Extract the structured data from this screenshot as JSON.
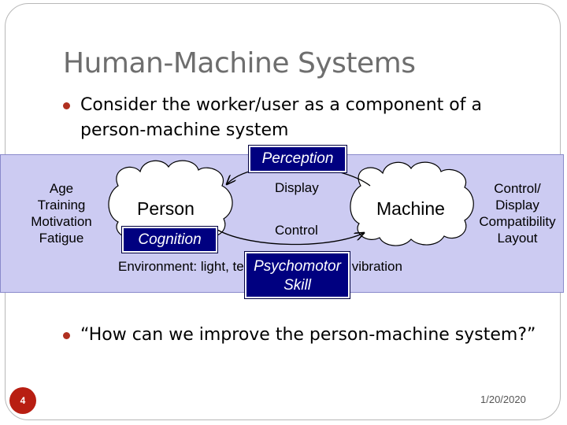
{
  "slide": {
    "title": "Human-Machine Systems",
    "bullets": [
      "Consider the worker/user as a component of a person-machine system",
      "“How can we improve the person-machine system?”"
    ],
    "page_number": "4",
    "date": "1/20/2020"
  },
  "diagram": {
    "left_factors": [
      "Age",
      "Training",
      "Motivation",
      "Fatigue"
    ],
    "right_factors": [
      "Control/",
      "Display",
      "Compatibility",
      "Layout"
    ],
    "person_label": "Person",
    "machine_label": "Machine",
    "display_label": "Display",
    "control_label": "Control",
    "environment_label": "Environment: light, temperature, noise, vibration",
    "perception_label": "Perception",
    "cognition_label": "Cognition",
    "psychomotor_label_1": "Psychomotor",
    "psychomotor_label_2": "Skill",
    "colors": {
      "band": "#cccbf2",
      "box": "#000080",
      "bullet": "#b03020",
      "page_badge": "#b81e12"
    }
  }
}
